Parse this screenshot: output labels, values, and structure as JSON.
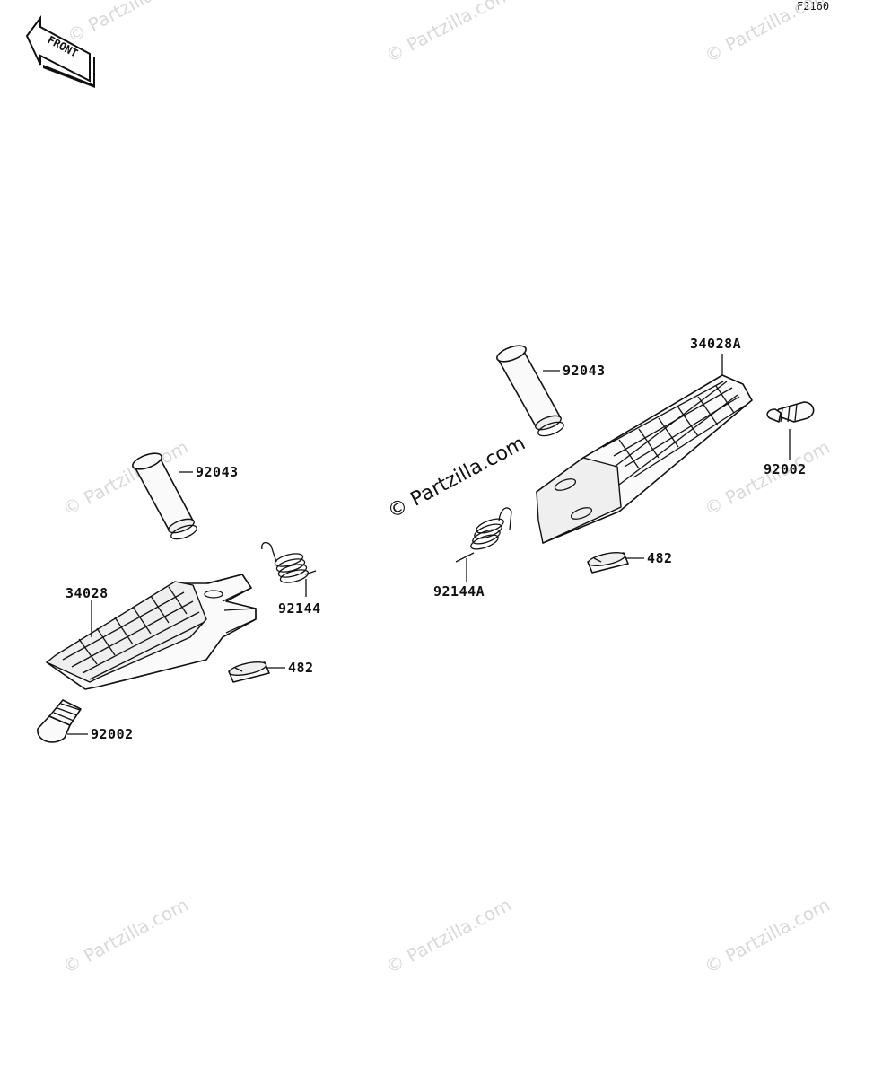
{
  "figure_code": "F2160",
  "front_marker": {
    "text": "FRONT"
  },
  "watermark": {
    "text": "© Partzilla.com"
  },
  "left_assembly": {
    "footpeg_label": "34028",
    "pin_label": "92043",
    "spring_label": "92144",
    "clip_label": "482",
    "bolt_label": "92002"
  },
  "right_assembly": {
    "footpeg_label": "34028A",
    "pin_label": "92043",
    "spring_label": "92144A",
    "clip_label": "482",
    "bolt_label": "92002"
  },
  "colors": {
    "line": "#111111",
    "watermark": "#d9d9d9",
    "background": "#ffffff"
  }
}
